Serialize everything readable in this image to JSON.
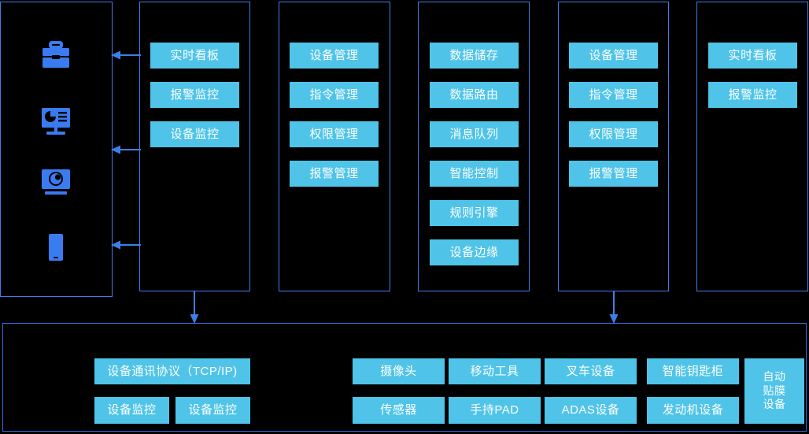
{
  "theme": {
    "background": "#000000",
    "panel_border": "#3d7fe8",
    "chip_fill": "#4fc4e8",
    "chip_text": "#ffffff",
    "icon_color": "#3b7bf0",
    "arrow_color": "#3d7fe8"
  },
  "icon_column": {
    "icons": [
      {
        "name": "briefcase-icon",
        "label": "briefcase"
      },
      {
        "name": "desktop-monitor-chart-icon",
        "label": "desktop monitor with chart"
      },
      {
        "name": "projector-screen-icon",
        "label": "projector presentation screen"
      },
      {
        "name": "mobile-phone-icon",
        "label": "mobile phone"
      }
    ]
  },
  "columns": [
    {
      "name": "column-realtime-dashboard",
      "chips": [
        "实时看板",
        "报警监控",
        "设备监控"
      ]
    },
    {
      "name": "column-device-management",
      "chips": [
        "设备管理",
        "指令管理",
        "权限管理",
        "报警管理"
      ]
    },
    {
      "name": "column-data-platform",
      "chips": [
        "数据储存",
        "数据路由",
        "消息队列",
        "智能控制",
        "规则引擎",
        "设备边缘"
      ]
    },
    {
      "name": "column-device-management-2",
      "chips": [
        "设备管理",
        "指令管理",
        "权限管理",
        "报警管理"
      ]
    },
    {
      "name": "column-realtime-dashboard-2",
      "chips": [
        "实时看板",
        "报警监控"
      ]
    }
  ],
  "bottom": {
    "protocol_group": {
      "name": "protocol-group",
      "wide_chip": "设备通讯协议（TCP/IP)",
      "chips": [
        "设备监控",
        "设备监控"
      ]
    },
    "device_group": {
      "name": "device-group",
      "row_top": [
        "摄像头",
        "移动工具",
        "叉车设备",
        "智能钥匙柜"
      ],
      "row_bottom": [
        "传感器",
        "手持PAD",
        "ADAS设备",
        "发动机设备"
      ],
      "tall_chip_lines": [
        "自动",
        "贴膜",
        "设备"
      ]
    }
  }
}
